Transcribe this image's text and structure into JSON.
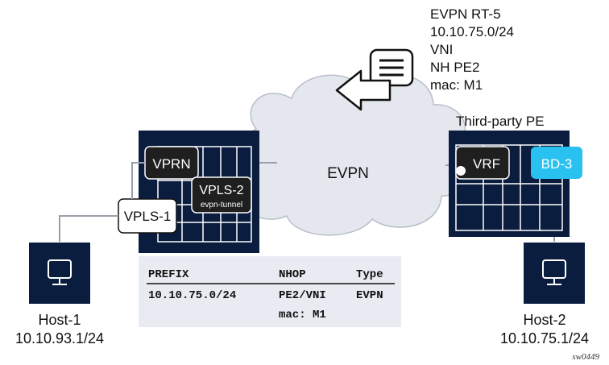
{
  "route_advert": {
    "lines": [
      "EVPN RT-5",
      "10.10.75.0/24",
      "VNI",
      "NH PE2",
      "mac: M1"
    ]
  },
  "cloud_label": "EVPN",
  "third_party_pe_label": "Third-party PE",
  "left_pe": {
    "vprn_label": "VPRN",
    "vpls2_label": "VPLS-2",
    "vpls2_sub_label": "evpn-tunnel",
    "vpls1_label": "VPLS-1"
  },
  "right_pe": {
    "vrf_label": "VRF",
    "bd3_label": "BD-3"
  },
  "host1": {
    "name": "Host-1",
    "ip": "10.10.93.1/24"
  },
  "host2": {
    "name": "Host-2",
    "ip": "10.10.75.1/24"
  },
  "route_table": {
    "headers": [
      "PREFIX",
      "NHOP",
      "Type"
    ],
    "rows": [
      [
        "10.10.75.0/24",
        "PE2/VNI",
        "EVPN"
      ],
      [
        "",
        "mac: M1",
        ""
      ]
    ]
  },
  "figure_id": "sw0449",
  "colors": {
    "pe_box": "#0b1d3f",
    "label_box": "#1f1f1f",
    "bd_accent": "#29c1ef",
    "cloud_fill": "#e4e7ee",
    "table_bg": "#e8ecf2"
  }
}
